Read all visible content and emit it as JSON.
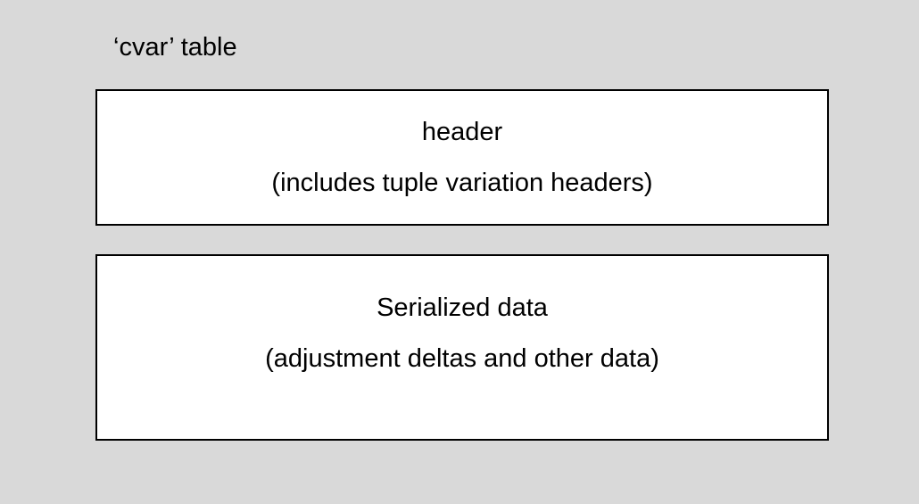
{
  "diagram": {
    "title": "‘cvar’ table",
    "boxes": [
      {
        "id": "header-box",
        "line1": "header",
        "line2": "(includes tuple variation headers)"
      },
      {
        "id": "serialized-data-box",
        "line1": "Serialized data",
        "line2": "(adjustment deltas and other data)"
      }
    ],
    "colors": {
      "background": "#d9d9d9",
      "box_fill": "#ffffff",
      "box_border": "#000000",
      "text": "#000000"
    }
  }
}
